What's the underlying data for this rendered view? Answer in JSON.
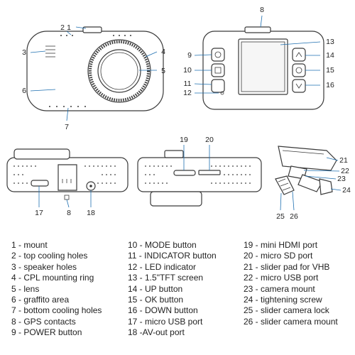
{
  "callouts": [
    "1",
    "2",
    "3",
    "4",
    "5",
    "6",
    "7",
    "8",
    "9",
    "10",
    "11",
    "12",
    "13",
    "14",
    "15",
    "16",
    "17",
    "18",
    "19",
    "20",
    "21",
    "22",
    "23",
    "24",
    "25",
    "26"
  ],
  "legend": {
    "col1": [
      "1 - mount",
      "2 - top cooling holes",
      "3 - speaker holes",
      "4 - CPL mounting ring",
      "5 - lens",
      "6 - graffito area",
      "7 - bottom cooling holes",
      "8 - GPS contacts",
      "9 - POWER button"
    ],
    "col2": [
      "10 - MODE button",
      "11 - INDICATOR button",
      "12 - LED indicator",
      "13 - 1.5\"TFT screen",
      "14 - UP button",
      "15 - OK button",
      "16 - DOWN button",
      "17 - micro USB port",
      "18 -AV-out port"
    ],
    "col3": [
      "19 - mini HDMI port",
      "20 - micro SD port",
      "21 - slider pad for VHB",
      "22 - micro USB port",
      "23 - camera mount",
      "24 - tightening screw",
      "25 - slider camera lock",
      "26 - slider camera mount"
    ]
  },
  "colors": {
    "leader_line": "#1e6fb0",
    "outline": "#3a3a3a",
    "text": "#222222"
  },
  "icons": [
    "power-icon",
    "mode-icon",
    "indicator-icon",
    "up-icon",
    "ok-icon",
    "down-icon"
  ]
}
